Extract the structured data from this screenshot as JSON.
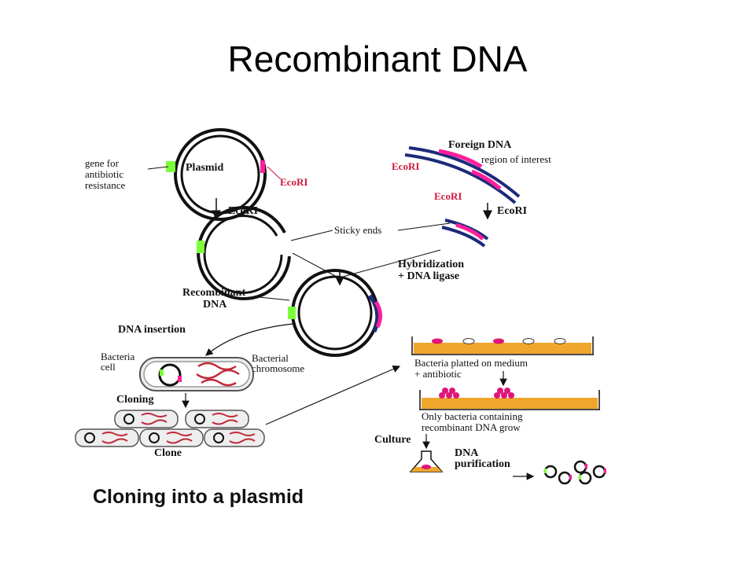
{
  "title": "Recombinant DNA",
  "labels": {
    "gene_for_antibiotic_line1": "gene for",
    "gene_for_antibiotic_line2": "antibiotic",
    "gene_for_antibiotic_line3": "resistance",
    "plasmid": "Plasmid",
    "ecori_plasmid": "EcoRI",
    "ecori_arrow_left": "EcoRI",
    "foreign_dna": "Foreign DNA",
    "region_of_interest": "region of interest",
    "ecori_foreign_top": "EcoRI",
    "ecori_foreign_bottom": "EcoRI",
    "ecori_arrow_right": "EcoRI",
    "sticky_ends": "Sticky ends",
    "hybridization_line1": "Hybridization",
    "hybridization_line2": "+ DNA ligase",
    "recombinant_line1": "Recombinant",
    "recombinant_line2": "DNA",
    "dna_insertion": "DNA insertion",
    "bacteria_cell_line1": "Bacteria",
    "bacteria_cell_line2": "cell",
    "bacterial_chromosome_line1": "Bacterial",
    "bacterial_chromosome_line2": "chromosome",
    "cloning": "Cloning",
    "clone": "Clone",
    "plated_line1": "Bacteria platted on medium",
    "plated_line2": "+ antibiotic",
    "only_bacteria_line1": "Only bacteria containing",
    "only_bacteria_line2": "recombinant DNA grow",
    "culture": "Culture",
    "dna_purification_line1": "DNA",
    "dna_purification_line2": "purification",
    "caption": "Cloning into a plasmid"
  },
  "colors": {
    "plasmid_strand": "#111111",
    "resistance_gene": "#7cff3a",
    "insert": "#ff1f9a",
    "foreign_strand": "#1c2a7a",
    "ecori_label": "#d0183c",
    "chromosome": "#c02a3a",
    "medium": "#f0a52c",
    "colony": "#e0157a"
  }
}
